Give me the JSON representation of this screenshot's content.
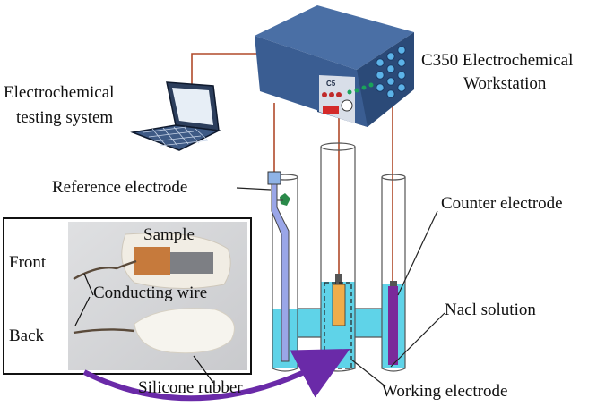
{
  "labels": {
    "workstation_line1": "C350 Electrochemical",
    "workstation_line2": "Workstation",
    "testing_line1": "Electrochemical",
    "testing_line2": "testing system",
    "reference_electrode": "Reference electrode",
    "counter_electrode": "Counter electrode",
    "nacl_solution": "Nacl solution",
    "working_electrode": "Working electrode",
    "sample": "Sample",
    "front": "Front",
    "back": "Back",
    "conducting_wire": "Conducting wire",
    "silicone_rubber": "Silicone rubber",
    "device_badge": "C5"
  },
  "colors": {
    "solution": "#5fd3e8",
    "tube_outline": "#444444",
    "reference_tube_fill": "#8fa0e6",
    "counter_rod": "#7a2a9a",
    "working_sample": "#f0ad4a",
    "wire": "#b04a2a",
    "workstation_top": "#3b5d8e",
    "workstation_front": "#2d4a75",
    "arrow": "#6a2aa8",
    "silicone": "#f1ede4"
  },
  "icons": {
    "workstation": "electrochemical-workstation-icon",
    "laptop": "laptop-icon",
    "cell": "electrolytic-cell-icon"
  }
}
